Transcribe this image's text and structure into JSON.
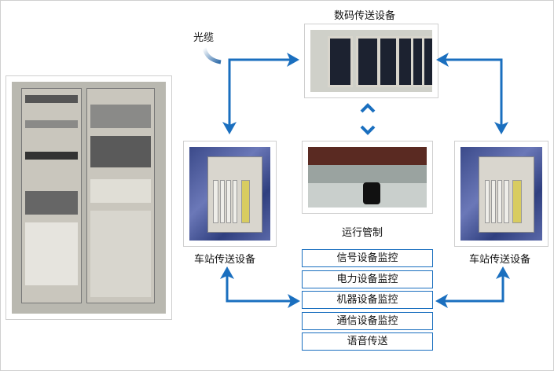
{
  "labels": {
    "digital_transmission": "数码传送设备",
    "optical_cable": "光缆",
    "station_left": "车站传送设备",
    "station_right": "车站传送设备",
    "operation_control": "运行管制"
  },
  "monitor_boxes": [
    "信号设备监控",
    "电力设备监控",
    "机器设备监控",
    "通信设备监控",
    "语音传送"
  ],
  "colors": {
    "arrow": "#1a6fbf",
    "frame": "#cfcfcf"
  }
}
